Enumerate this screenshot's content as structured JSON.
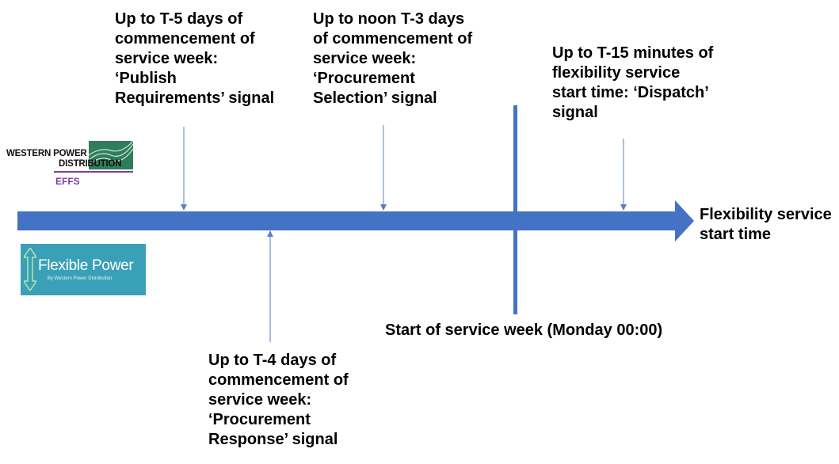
{
  "labels": {
    "publish": "Up to T-5 days of\ncommencement of\nservice week:\n‘Publish\nRequirements’ signal",
    "selection": "Up to noon T-3 days\nof commencement of\nservice week:\n‘Procurement\nSelection’ signal",
    "dispatch": "Up to T-15 minutes of\nflexibility service\nstart time: ‘Dispatch’\nsignal",
    "end": "Flexibility service\nstart time",
    "week_start": "Start of service week (Monday 00:00)",
    "response": "Up to T-4 days of\ncommencement of\nservice week:\n‘Procurement\nResponse’ signal"
  },
  "logos": {
    "wpd": {
      "line1": "WESTERN POWER",
      "line2": "DISTRIBUTION",
      "sub": "EFFS"
    },
    "fp": {
      "title": "Flexible Power",
      "sub": "By Western Power Distribution"
    }
  },
  "colors": {
    "timeline": "#4472c4",
    "pointer": "#5b7fc7",
    "wpd_accent": "#7b3f98",
    "fp_background": "#3aa0b8"
  }
}
